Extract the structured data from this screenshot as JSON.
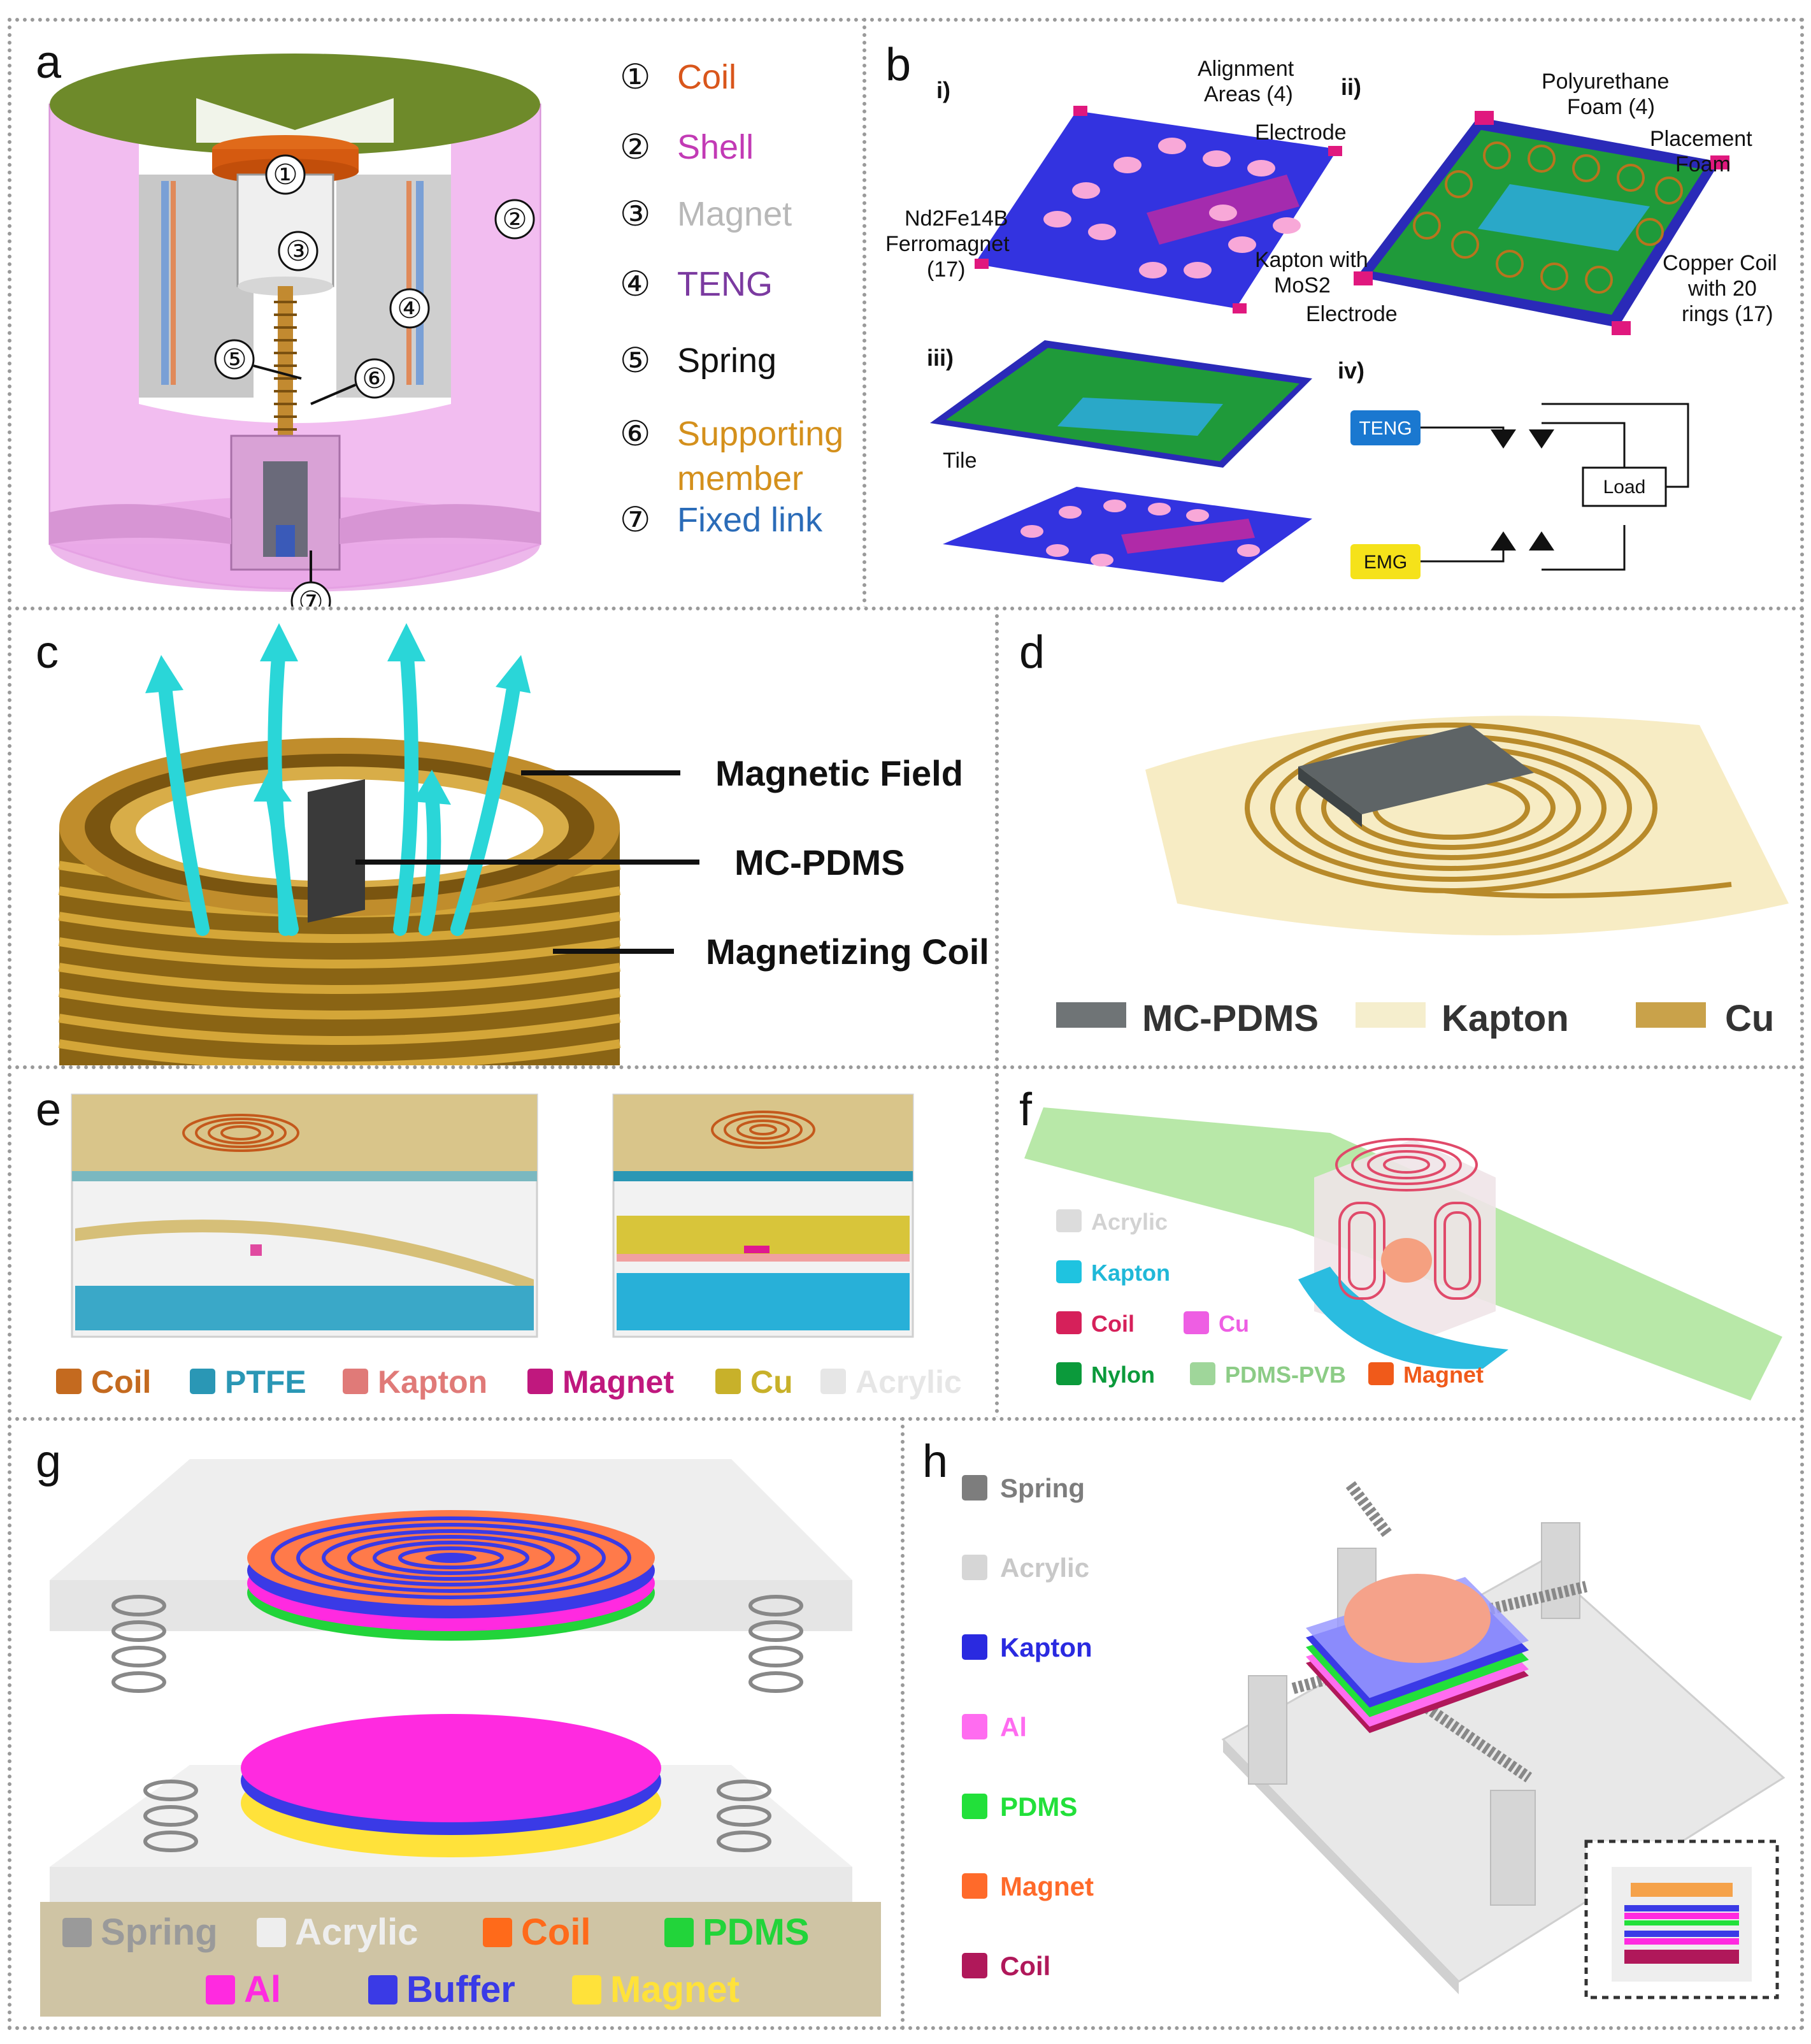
{
  "panel_a": {
    "label": "a",
    "callouts": [
      "①",
      "②",
      "③",
      "④",
      "⑤",
      "⑥",
      "⑦"
    ],
    "legend": [
      {
        "num": "①",
        "text": "Coil",
        "color": "#d9561b"
      },
      {
        "num": "②",
        "text": "Shell",
        "color": "#c23ab5"
      },
      {
        "num": "③",
        "text": "Magnet",
        "color": "#b8b8b8"
      },
      {
        "num": "④",
        "text": "TENG",
        "color": "#7b3aa0"
      },
      {
        "num": "⑤",
        "text": "Spring",
        "color": "#111111"
      },
      {
        "num": "⑥",
        "text": "Supporting",
        "text2": "member",
        "color": "#d4901c"
      },
      {
        "num": "⑦",
        "text": "Fixed link",
        "color": "#2b6cb8"
      }
    ]
  },
  "panel_b": {
    "label": "b",
    "sub": [
      "i)",
      "ii)",
      "iii)",
      "iv)"
    ],
    "annotations": {
      "alignment": [
        "Alignment",
        "Areas (4)"
      ],
      "electrode": "Electrode",
      "ferromagnet": [
        "Nd2Fe14B",
        "Ferromagnet",
        "(17)"
      ],
      "kapton": [
        "Kapton with",
        "MoS2"
      ],
      "electrode2": "Electrode",
      "polyurethane": [
        "Polyurethane",
        "Foam (4)"
      ],
      "placement": [
        "Placement",
        "Foam"
      ],
      "copper": [
        "Copper Coil",
        "with 20",
        "rings (17)"
      ],
      "tile": "Tile"
    },
    "circuit": {
      "teng": "TENG",
      "emg": "EMG",
      "load": "Load"
    }
  },
  "panel_c": {
    "label": "c",
    "labels": [
      "Magnetic Field",
      "MC-PDMS",
      "Magnetizing Coil"
    ]
  },
  "panel_d": {
    "label": "d",
    "legend": [
      {
        "text": "MC-PDMS",
        "color": "#6f7476"
      },
      {
        "text": "Kapton",
        "color": "#f5eecd"
      },
      {
        "text": "Cu",
        "color": "#c9a24a"
      }
    ]
  },
  "panel_e": {
    "label": "e",
    "legend": [
      {
        "text": "Coil",
        "color": "#c46a1f"
      },
      {
        "text": "PTFE",
        "color": "#2a97b5"
      },
      {
        "text": "Kapton",
        "color": "#e07a78"
      },
      {
        "text": "Magnet",
        "color": "#c0187e"
      },
      {
        "text": "Cu",
        "color": "#c8b12a"
      },
      {
        "text": "Acrylic",
        "color": "#e6e6e6"
      }
    ]
  },
  "panel_f": {
    "label": "f",
    "legend": [
      {
        "text": "Acrylic",
        "color": "#dcdcdc"
      },
      {
        "text": "Kapton",
        "color": "#1fc3e0"
      },
      {
        "text": "Coil",
        "color": "#d6205a"
      },
      {
        "text": "Cu",
        "color": "#ee5ee3"
      },
      {
        "text": "Nylon",
        "color": "#0b9a3b"
      },
      {
        "text": "PDMS-PVB",
        "color": "#9fd69a"
      },
      {
        "text": "Magnet",
        "color": "#f05a1a"
      }
    ]
  },
  "panel_g": {
    "label": "g",
    "legend": [
      {
        "text": "Spring",
        "color": "#9a9a9a"
      },
      {
        "text": "Acrylic",
        "color": "#eeeeee"
      },
      {
        "text": "Coil",
        "color": "#ff6a1a"
      },
      {
        "text": "PDMS",
        "color": "#22d43a"
      },
      {
        "text": "Al",
        "color": "#ff2ae0"
      },
      {
        "text": "Buffer",
        "color": "#3a3ae6"
      },
      {
        "text": "Magnet",
        "color": "#ffe23a"
      }
    ]
  },
  "panel_h": {
    "label": "h",
    "legend": [
      {
        "text": "Spring",
        "color": "#7d7d7d"
      },
      {
        "text": "Acrylic",
        "color": "#d6d6d6"
      },
      {
        "text": "Kapton",
        "color": "#2a2ae0"
      },
      {
        "text": "Al",
        "color": "#ff6cf0"
      },
      {
        "text": "PDMS",
        "color": "#22e03a"
      },
      {
        "text": "Magnet",
        "color": "#ff6a2a"
      },
      {
        "text": "Coil",
        "color": "#b0185a"
      }
    ]
  }
}
